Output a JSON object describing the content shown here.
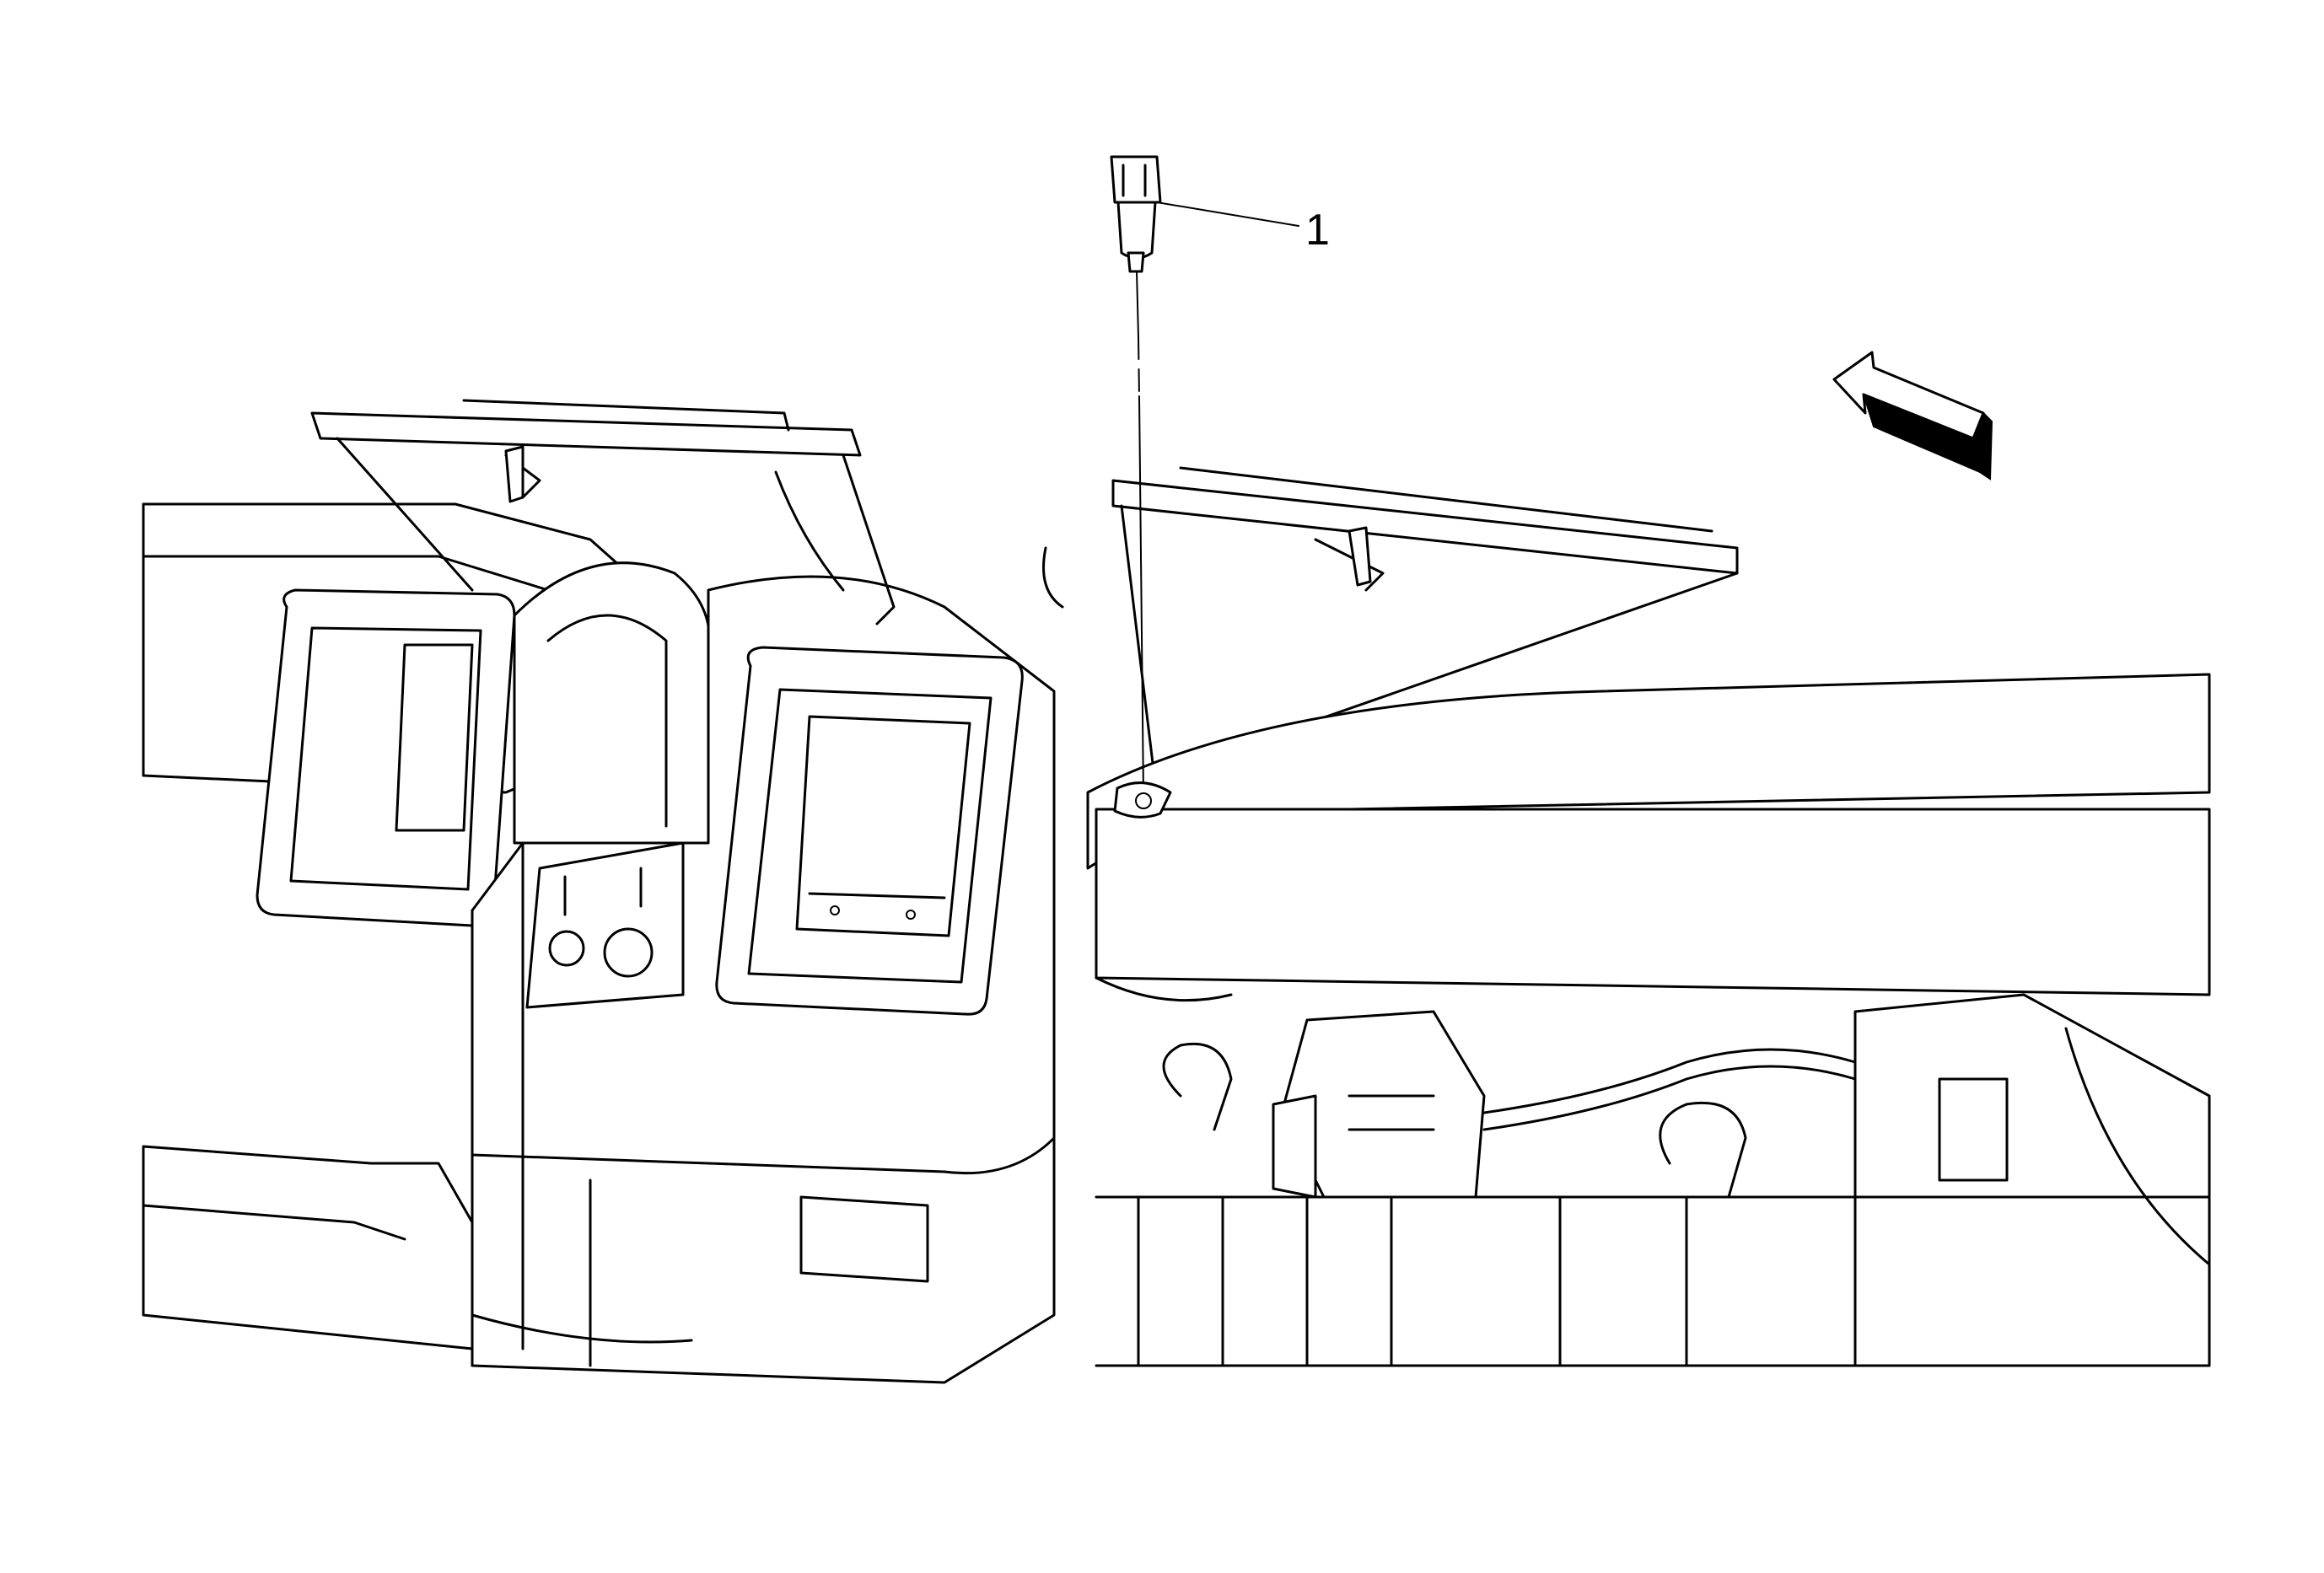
{
  "figure": {
    "callouts": [
      {
        "number": "1",
        "target": "sensor"
      }
    ],
    "view_arrow": {
      "direction": "front-left",
      "style": "outlined-block-arrow"
    }
  }
}
